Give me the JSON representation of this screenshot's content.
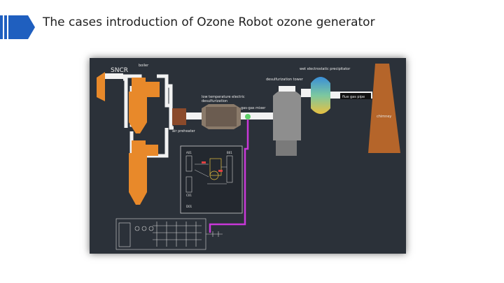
{
  "slide": {
    "title": "The cases introduction of Ozone Robot ozone generator"
  },
  "diagram": {
    "labels": {
      "snqr": "SNCR",
      "boiler": "boiler",
      "wet_electrostatic": "wet electrostatic precipitator",
      "desulfurization": "desulfurization tower",
      "low_temp_esp_line1": "low temperature electric",
      "low_temp_esp_line2": "desulfurization",
      "air_preheater": "air preheater",
      "flue_gas_pipe": "flue gas pipe",
      "ozone_mixer": "gas-gas mixer",
      "chimney": "chimney",
      "panel_a": "A01",
      "panel_b": "B01",
      "panel_c": "C01",
      "panel_d": "D01"
    },
    "colors": {
      "background": "#2b3139",
      "brick": "#e8892a",
      "pipe": "#f2f2f2",
      "chimney": "#b5652a",
      "tower": "#8e8e8e",
      "control_line": "#c838d8"
    }
  }
}
